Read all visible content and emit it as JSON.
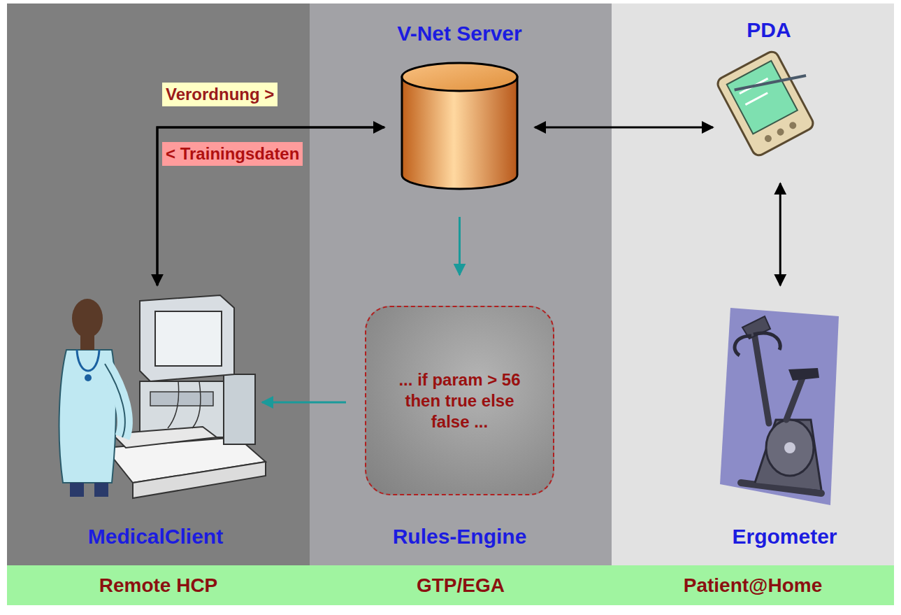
{
  "diagram": {
    "nodes": [
      {
        "text": [
          "Remote HCP"
        ]
      },
      {
        "text": [
          "GTP/EGA"
        ]
      },
      {
        "text": [
          "Patient@Home"
        ]
      },
      {
        "text": [
          "V-Net Server"
        ],
        "in": 1
      },
      {
        "text": [
          "PDA"
        ],
        "in": 2
      },
      {
        "text": [
          "MedicalClient"
        ],
        "in": 0
      },
      {
        "text": [
          "... if param > 56 then true else false ...",
          "Rules-Engine"
        ],
        "in": 1
      },
      {
        "text": [
          "Ergometer"
        ],
        "in": 2
      }
    ],
    "edges": [
      {
        "from": 5,
        "to": 3,
        "arrow": "to",
        "label": "Verordnung >"
      },
      {
        "from": 3,
        "to": 5,
        "arrow": "to",
        "label": "< Trainingsdaten"
      },
      {
        "from": 3,
        "to": 4,
        "arrow": "both"
      },
      {
        "from": 4,
        "to": 7,
        "arrow": "both"
      },
      {
        "from": 3,
        "to": 6,
        "arrow": "to"
      },
      {
        "from": 6,
        "to": 5,
        "arrow": "to"
      }
    ]
  }
}
